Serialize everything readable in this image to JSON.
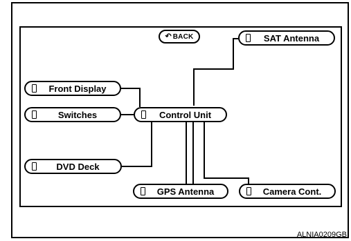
{
  "back_button": {
    "label": "BACK",
    "icon": "return-arrow-icon"
  },
  "components": {
    "sat_antenna": "SAT Antenna",
    "front_display": "Front Display",
    "switches": "Switches",
    "control_unit": "Control Unit",
    "dvd_deck": "DVD Deck",
    "gps_antenna": "GPS Antenna",
    "camera_cont": "Camera Cont."
  },
  "figure_code": "ALNIA0209GB",
  "colors": {
    "line": "#000000",
    "background": "#ffffff"
  }
}
